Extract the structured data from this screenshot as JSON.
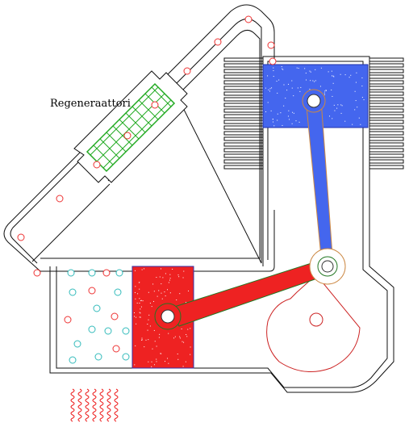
{
  "labels": {
    "regenerator": "Regeneraattori"
  },
  "colors": {
    "hot_piston": "#ee2222",
    "cold_piston": "#4466ee",
    "regenerator_mesh": "#22aa22",
    "hot_rod": "#ee2222",
    "cold_rod": "#4466ee",
    "flywheel": "#cc2222",
    "particle_hot": "#ee3333",
    "particle_cold": "#33bbbb",
    "heat_wave": "#ee2222",
    "wall": "#111111"
  },
  "icons": {
    "heat_source": "wavy-flame-lines",
    "cooling_fins": "horizontal-fin-stack"
  }
}
